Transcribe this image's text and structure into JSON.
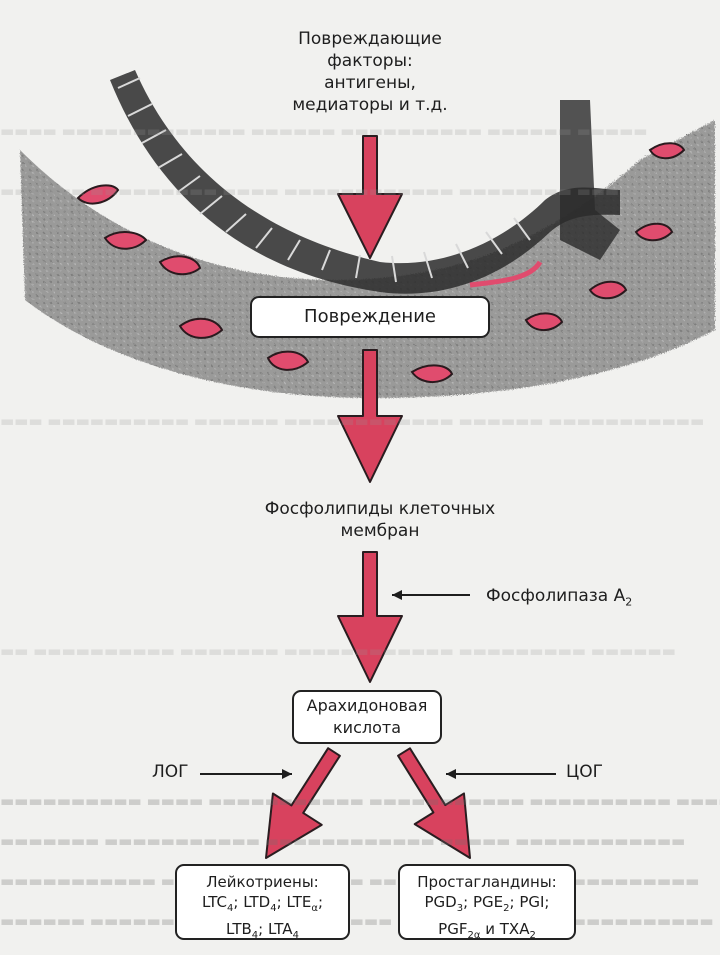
{
  "damaging_factors": {
    "line1": "Повреждающие",
    "line2": "факторы:",
    "line3": "антигены,",
    "line4": "медиаторы и т.д."
  },
  "damage_box": {
    "label": "Повреждение"
  },
  "phospholipids": {
    "line1": "Фосфолипиды клеточных",
    "line2": "мембран"
  },
  "phospholipase": {
    "label": "Фосфолипаза A",
    "sub": "2"
  },
  "arachidonic_box": {
    "line1": "Арахидоновая",
    "line2": "кислота"
  },
  "log": {
    "label": "ЛОГ"
  },
  "cog": {
    "label": "ЦОГ"
  },
  "leukotrienes_box": {
    "title": "Лейкотриены:",
    "ltc": "LTC",
    "ltc_sub": "4",
    "ltd": "LTD",
    "ltd_sub": "4",
    "lte": "LTE",
    "lte_sub": "α",
    "ltb": "LTB",
    "ltb_sub": "4",
    "lta": "LTA",
    "lta_sub": "4"
  },
  "prostaglandins_box": {
    "title": "Простагландины:",
    "pgd": "PGD",
    "pgd_sub": "3",
    "pge": "PGE",
    "pge_sub": "2",
    "pgi": "PGI",
    "pgf": "PGF",
    "pgf_sub": "2α",
    "and": "и",
    "txa": "TXA",
    "txa_sub": "2"
  },
  "colors": {
    "arrow": "#d8425e",
    "arrow_edge": "#2a1d20",
    "tissue": "#8b8b8b",
    "cell": "#e04c6e"
  },
  "icons": {
    "main_arrow": "arrow-down-icon",
    "side_arrow": "arrow-left-icon"
  }
}
